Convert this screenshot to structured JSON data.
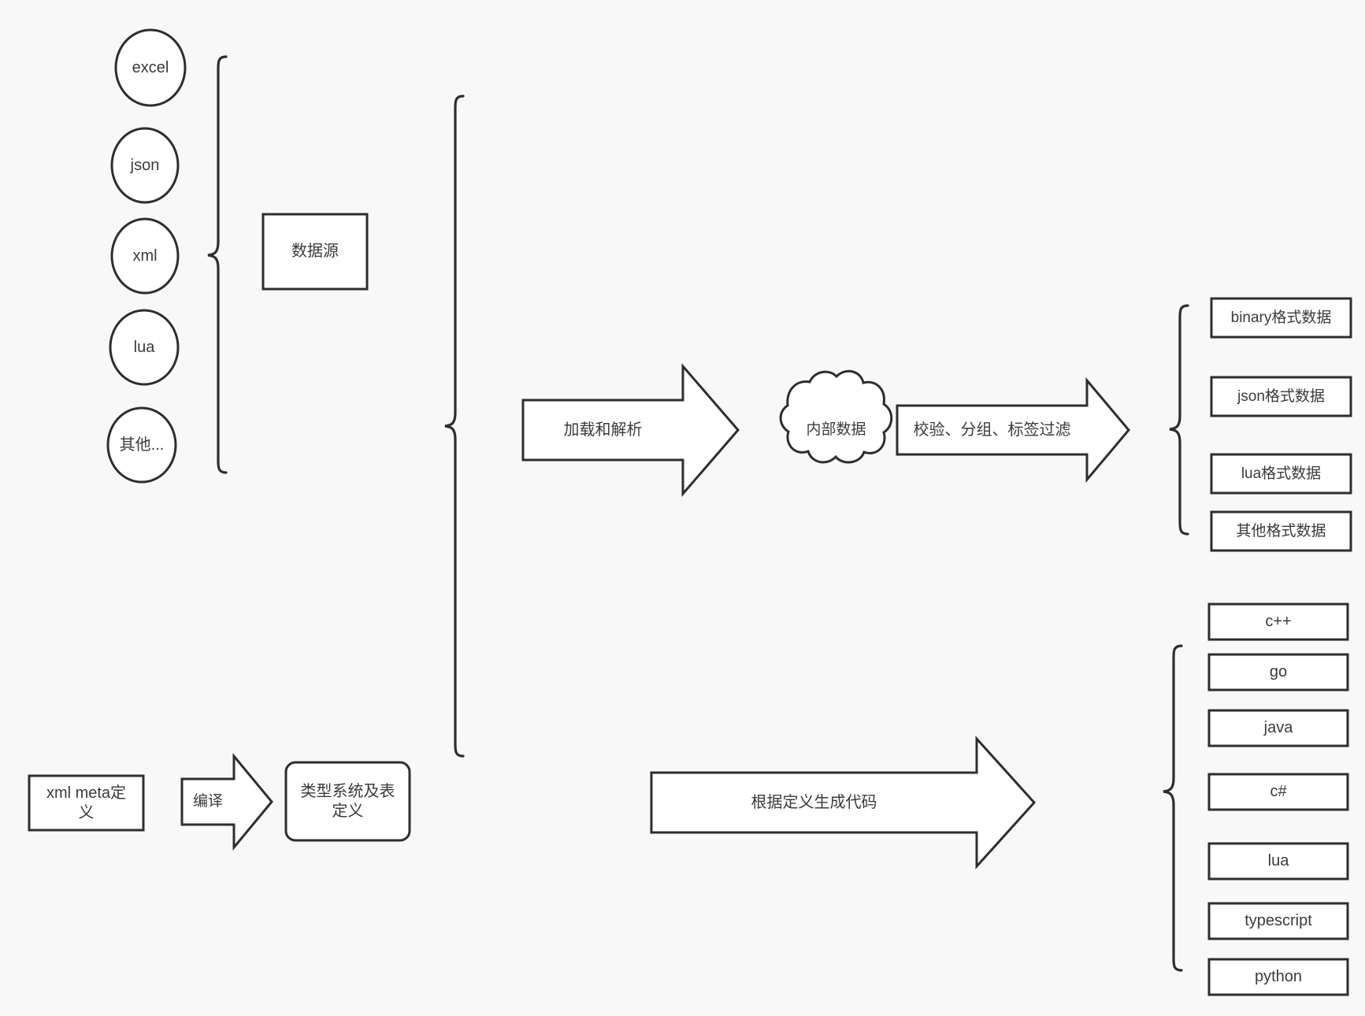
{
  "diagram": {
    "title": "data pipeline and code generation flow",
    "background_color": "#f8f8f8",
    "stroke_color": "#2e2e2e",
    "text_color": "#3b3b3b",
    "fill_color": "#ffffff"
  },
  "sources": {
    "group_label": "数据源",
    "items": [
      {
        "label": "excel"
      },
      {
        "label": "json"
      },
      {
        "label": "xml"
      },
      {
        "label": "lua"
      },
      {
        "label": "其他..."
      }
    ]
  },
  "meta": {
    "input_label": "xml meta定\n义",
    "compile_arrow_label": "编译",
    "type_system_label": "类型系统及表\n定义"
  },
  "pipeline": {
    "load_arrow_label": "加载和解析",
    "internal_data_label": "内部数据",
    "filter_arrow_label": "校验、分组、标签过滤",
    "codegen_arrow_label": "根据定义生成代码"
  },
  "outputs": {
    "data_formats": [
      {
        "label": "binary格式数据"
      },
      {
        "label": "json格式数据"
      },
      {
        "label": "lua格式数据"
      },
      {
        "label": "其他格式数据"
      }
    ],
    "languages": [
      {
        "label": "c++"
      },
      {
        "label": "go"
      },
      {
        "label": "java"
      },
      {
        "label": "c#"
      },
      {
        "label": "lua"
      },
      {
        "label": "typescript"
      },
      {
        "label": "python"
      }
    ]
  }
}
